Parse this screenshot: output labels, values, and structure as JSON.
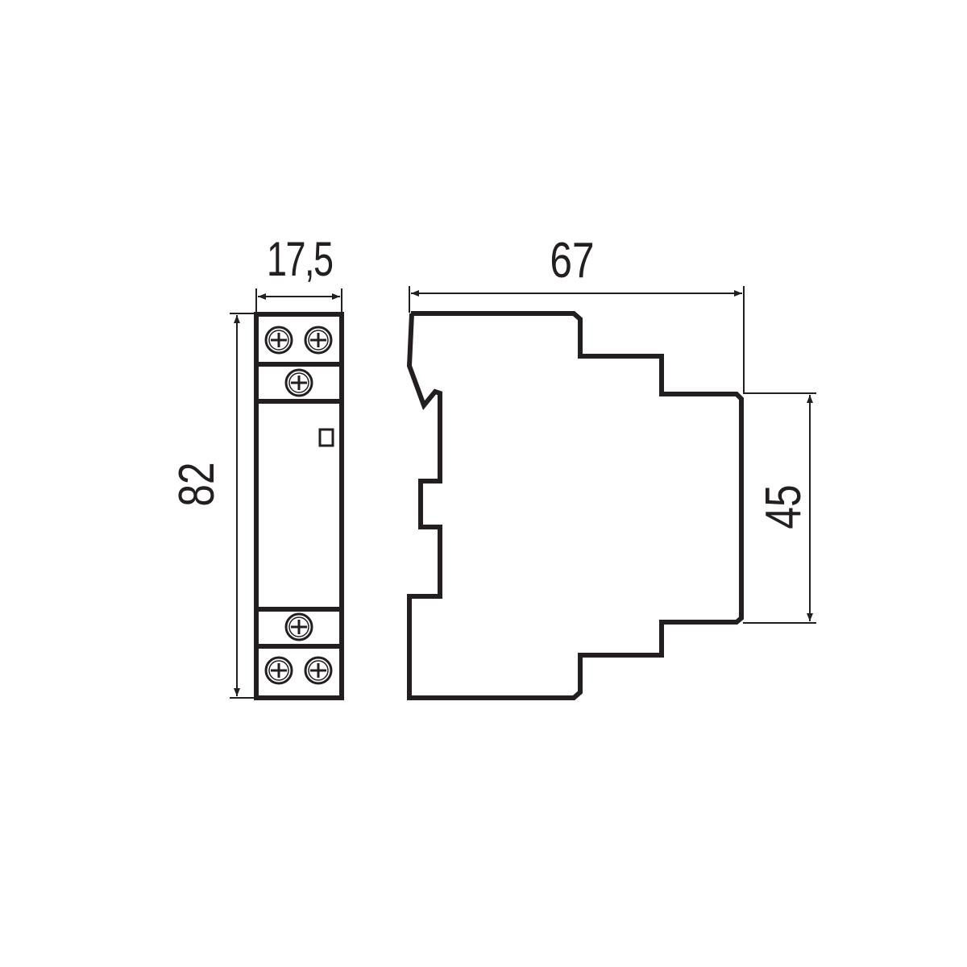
{
  "drawing": {
    "title": "DIN rail module dimension drawing",
    "stroke_color": "#231f20",
    "background": "#ffffff",
    "units": "mm",
    "front_view": {
      "width_label": "17,5",
      "height_label": "82",
      "terminals_top": 3,
      "terminals_bottom": 3,
      "indicator": "square-indicator"
    },
    "side_view": {
      "depth_label": "67",
      "front_height_label": "45"
    }
  }
}
